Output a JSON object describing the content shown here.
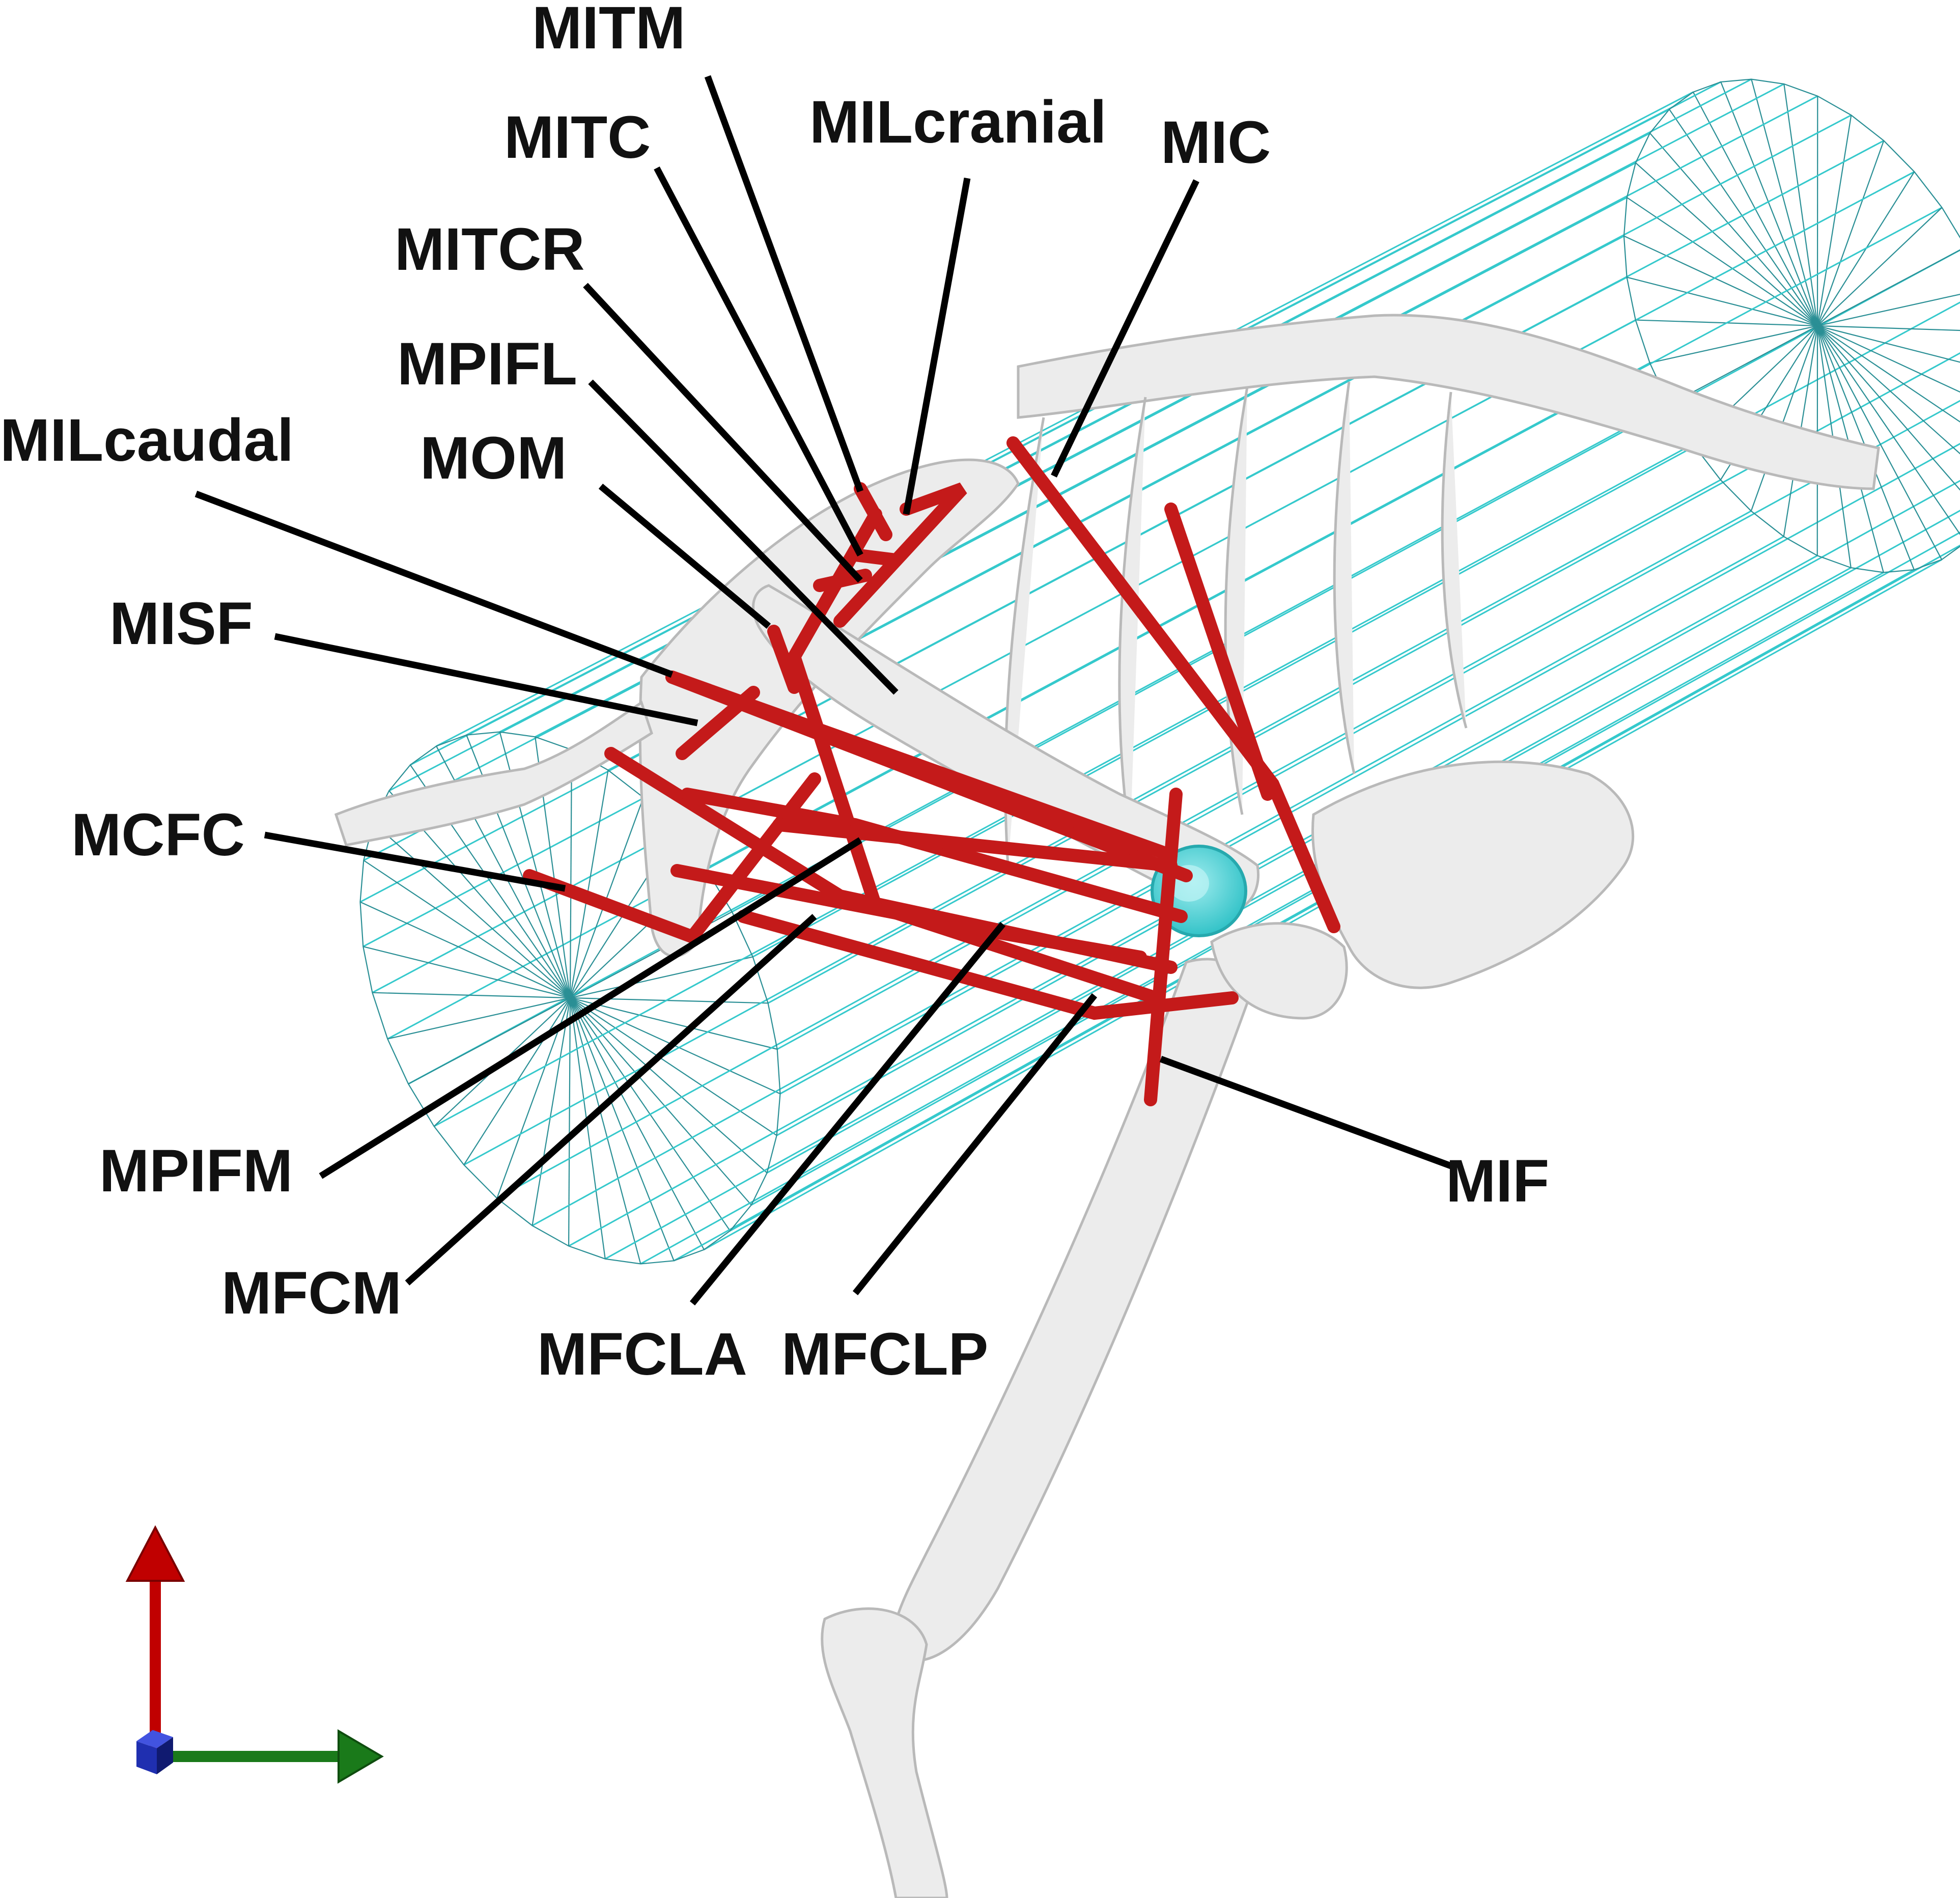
{
  "labels": {
    "mitm": "MITM",
    "mitc": "MITC",
    "milcranial": "MILcranial",
    "mic": "MIC",
    "mitcr": "MITCR",
    "mpifl": "MPIFL",
    "milcaudal": "MILcaudal",
    "mom": "MOM",
    "misf": "MISF",
    "mcfc": "MCFC",
    "mpifm": "MPIFM",
    "mif": "MIF",
    "mfcm": "MFCM",
    "mfcla": "MFCLA",
    "mfclp": "MFCLP"
  },
  "colors": {
    "muscle": "#c41a1a",
    "bone": "#ececec",
    "wrap_cylinder": "#35c9cc",
    "axis_vertical": "#c00000",
    "axis_horizontal": "#1a7a1a",
    "axis_depth": "#1f2fb0"
  }
}
